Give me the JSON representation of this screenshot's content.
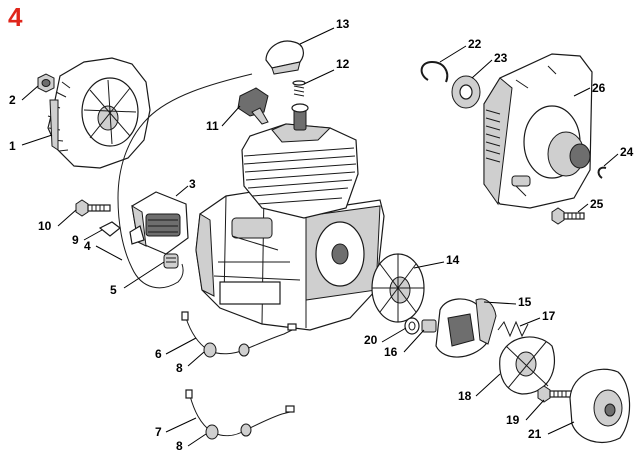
{
  "figure": {
    "page_number": "4",
    "accent_color": "#e0261b"
  },
  "callouts": [
    {
      "label": "1"
    },
    {
      "label": "2"
    },
    {
      "label": "3"
    },
    {
      "label": "4"
    },
    {
      "label": "5"
    },
    {
      "label": "6"
    },
    {
      "label": "7"
    },
    {
      "label": "8"
    },
    {
      "label": "8"
    },
    {
      "label": "9"
    },
    {
      "label": "10"
    },
    {
      "label": "11"
    },
    {
      "label": "12"
    },
    {
      "label": "13"
    },
    {
      "label": "14"
    },
    {
      "label": "15"
    },
    {
      "label": "16"
    },
    {
      "label": "17"
    },
    {
      "label": "18"
    },
    {
      "label": "19"
    },
    {
      "label": "20"
    },
    {
      "label": "21"
    },
    {
      "label": "22"
    },
    {
      "label": "23"
    },
    {
      "label": "24"
    },
    {
      "label": "25"
    },
    {
      "label": "26"
    }
  ]
}
